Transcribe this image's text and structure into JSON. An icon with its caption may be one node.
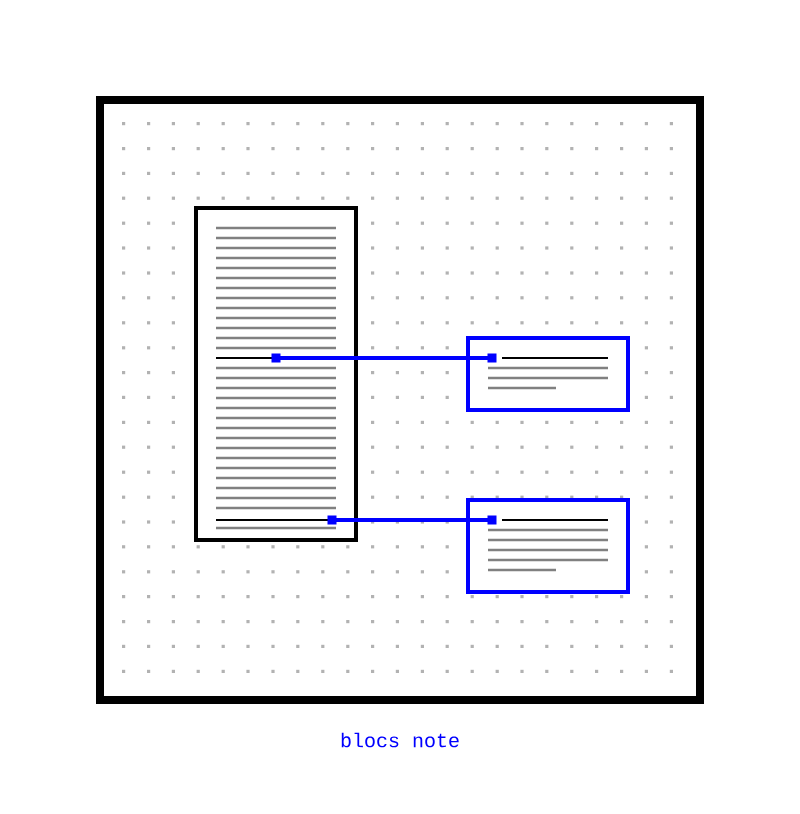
{
  "diagram": {
    "caption": "blocs note",
    "nodes": [
      {
        "text": [],
        "shape": "box"
      },
      {
        "text": [],
        "shape": "box"
      },
      {
        "text": [],
        "shape": "box"
      }
    ],
    "edges": [
      {
        "from": 0,
        "to": 1,
        "arrow": "other"
      },
      {
        "from": 0,
        "to": 2,
        "arrow": "other"
      }
    ]
  }
}
